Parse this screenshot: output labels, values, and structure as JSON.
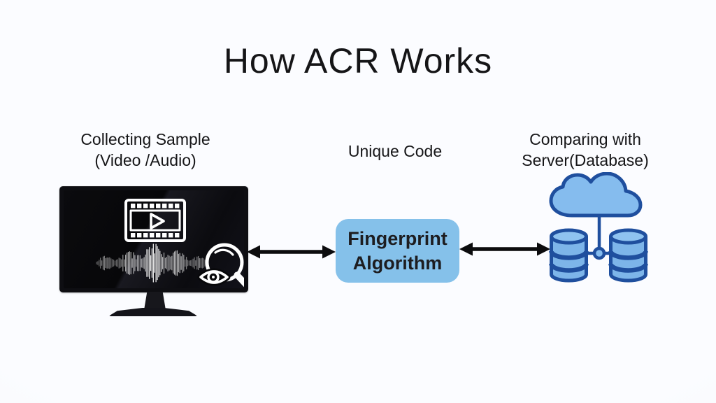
{
  "title": "How ACR Works",
  "labels": {
    "collect": {
      "line1": "Collecting Sample",
      "line2": "(Video /Audio)"
    },
    "unique": {
      "line1": "Unique Code"
    },
    "compare": {
      "line1": "Comparing with",
      "line2": "Server(Database)"
    }
  },
  "process_box": {
    "line1": "Fingerprint",
    "line2": "Algorithm"
  },
  "icons": {
    "monitor": "monitor-icon",
    "film_play": "film-play-icon",
    "waveform": "audio-waveform-icon",
    "eye_magnifier": "eye-magnifier-icon",
    "arrows": "double-headed-arrow-icon",
    "cloud": "cloud-icon",
    "databases": "database-icon"
  },
  "colors": {
    "background": "#fafbff",
    "accent_blue_fill": "#85c1ea",
    "cloud_fill": "#85bcee",
    "outline_blue": "#1f4f9e",
    "arrow_black": "#0c0c0e",
    "text": "#151517",
    "monitor_black": "#0e0e12"
  }
}
